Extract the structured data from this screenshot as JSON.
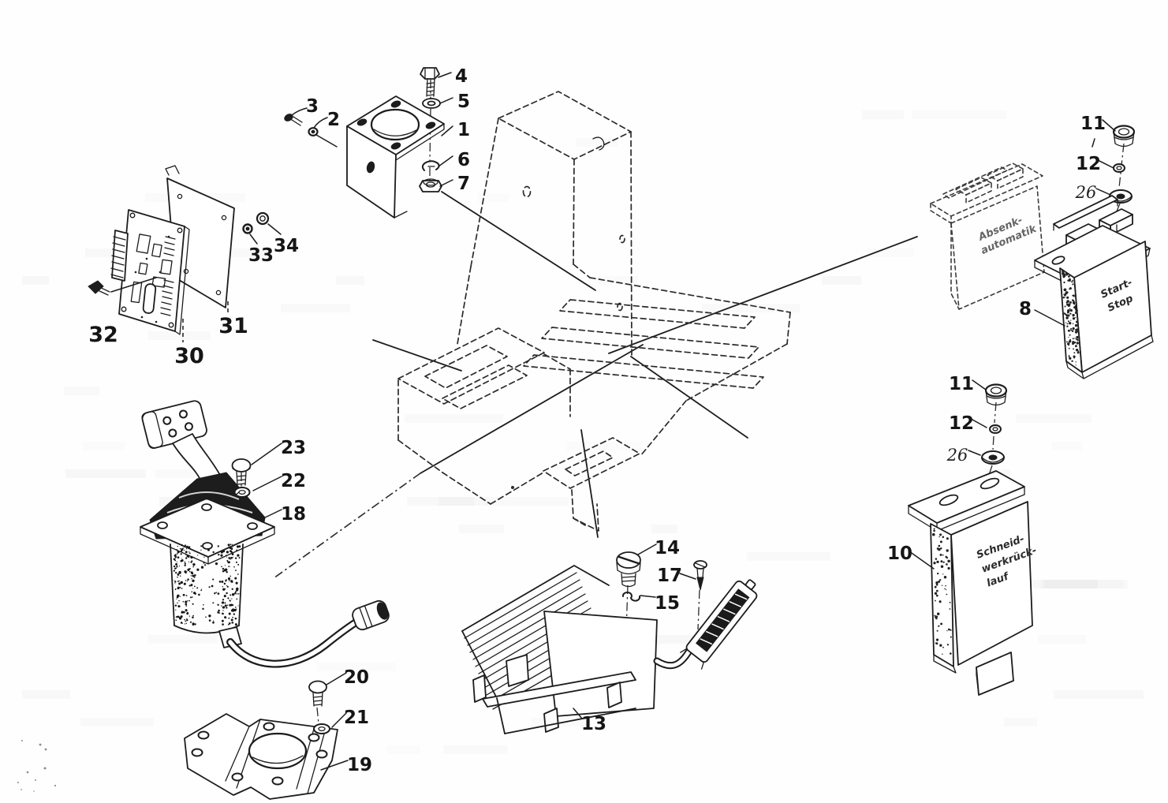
{
  "document": {
    "kind": "exploded-parts-diagram",
    "language": "de"
  },
  "callouts": {
    "n1": "1",
    "n2": "2",
    "n3": "3",
    "n4": "4",
    "n5": "5",
    "n6": "6",
    "n7": "7",
    "n8": "8",
    "n10": "10",
    "n11a": "11",
    "n11b": "11",
    "n12a": "12",
    "n12b": "12",
    "n13": "13",
    "n14": "14",
    "n15": "15",
    "n17": "17",
    "n18": "18",
    "n19": "19",
    "n20": "20",
    "n21": "21",
    "n22": "22",
    "n23": "23",
    "n26a": "26",
    "n26b": "26",
    "n30": "30",
    "n31": "31",
    "n32": "32",
    "n33": "33",
    "n34": "34"
  },
  "switch_labels": {
    "absenk": {
      "line1": "Absenk-",
      "line2": "automatik"
    },
    "start_stop": {
      "line1": "Start-",
      "line2": "Stop"
    },
    "schneidwerk": {
      "line1": "Schneid-",
      "line2": "werkrück-",
      "line3": "lauf"
    }
  },
  "colors": {
    "ink": "#1c1c1c",
    "paper": "#fefefe",
    "ghost": "#4a4a4a"
  }
}
